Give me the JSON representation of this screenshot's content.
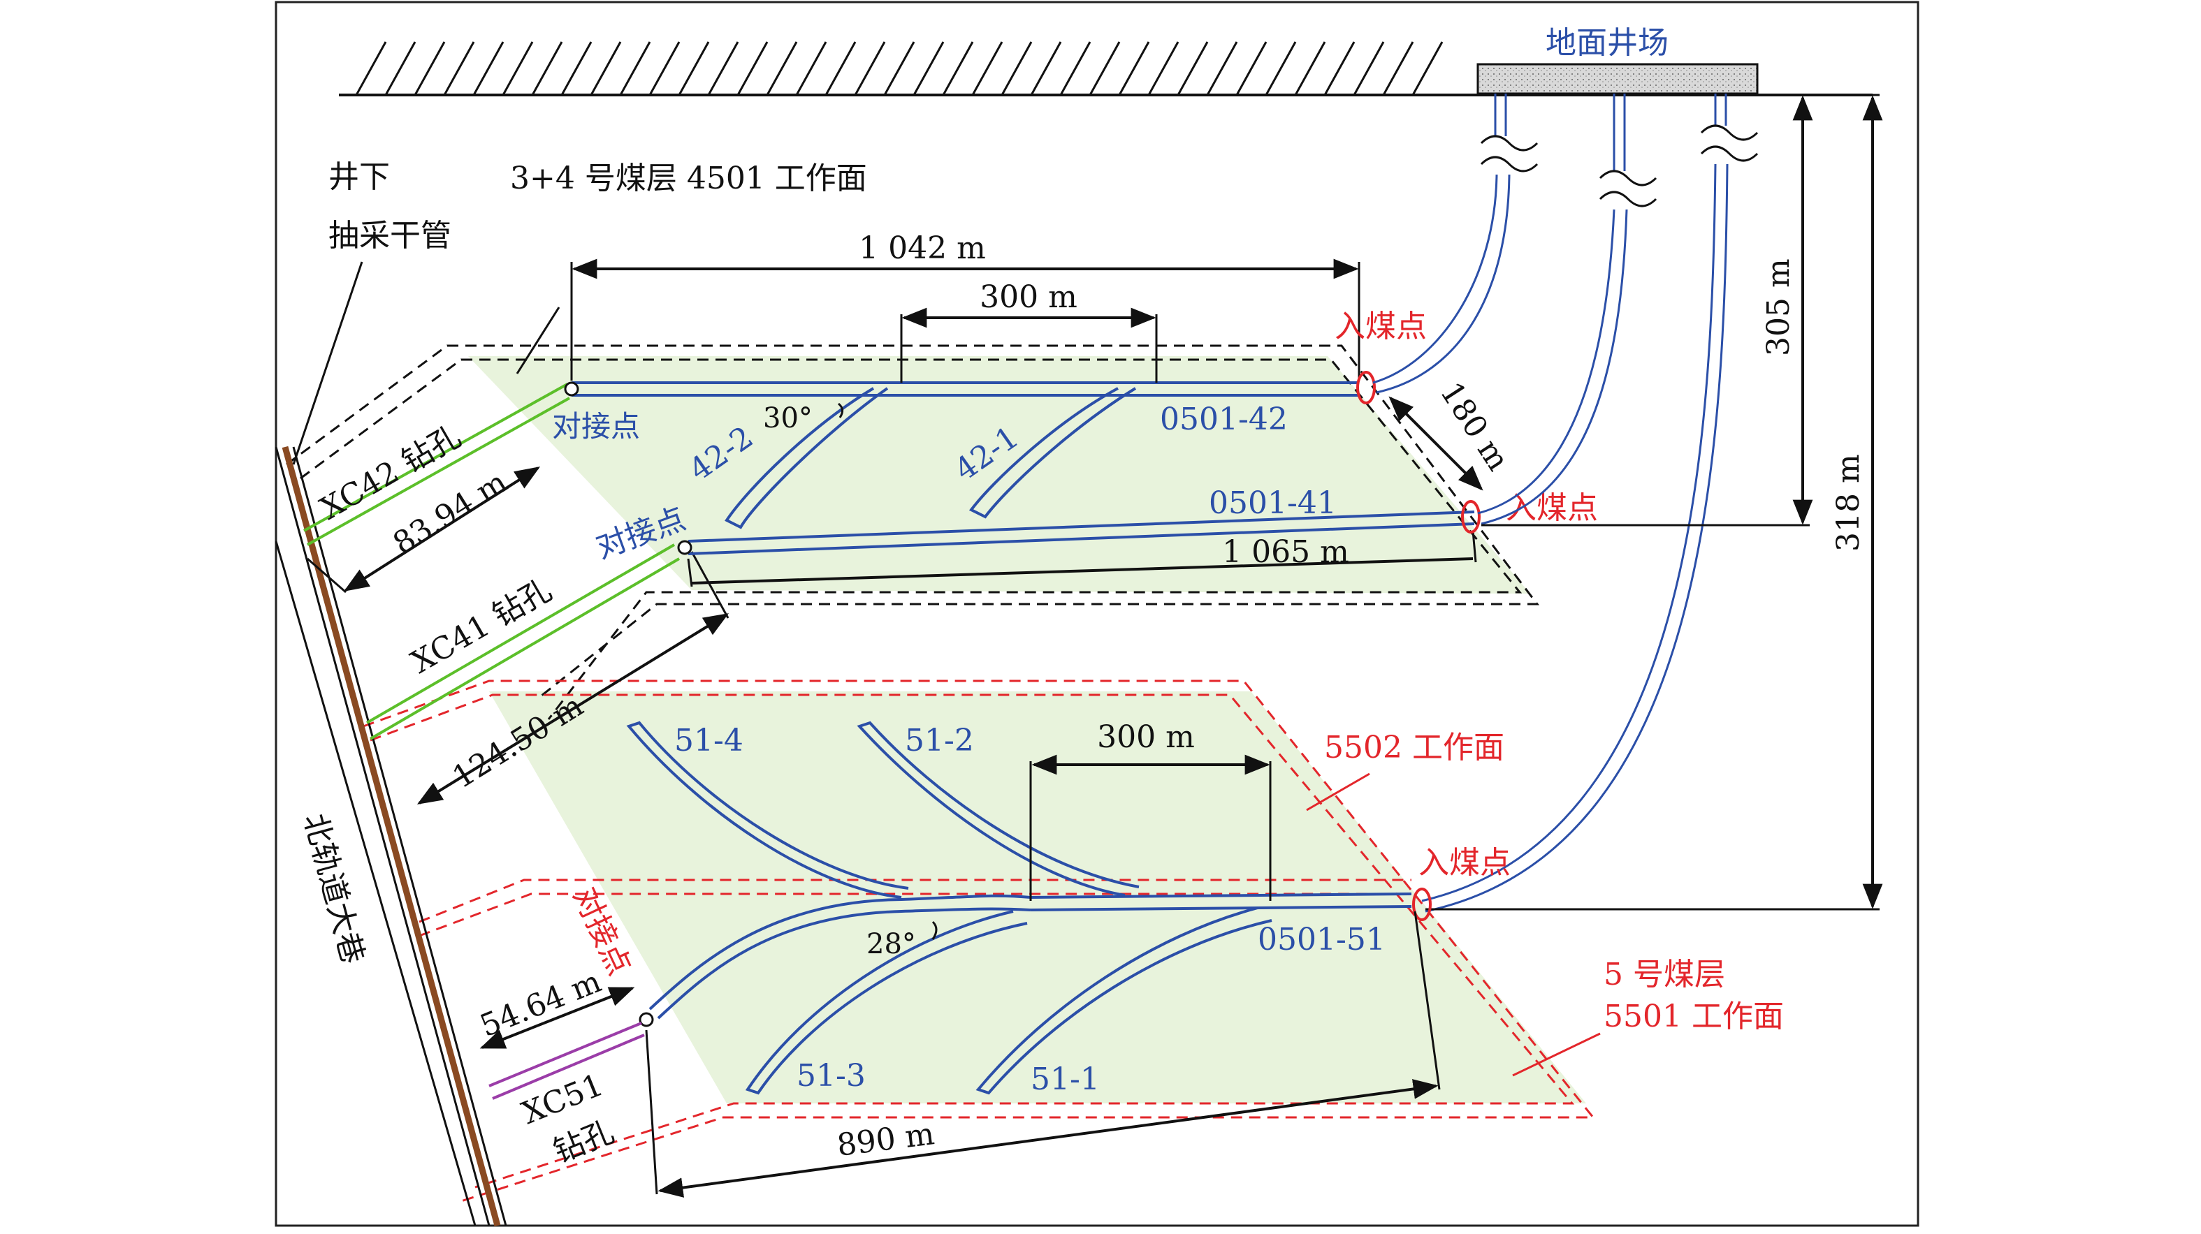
{
  "colors": {
    "frame": "#222222",
    "black": "#111111",
    "blue": "#2b4fa8",
    "red": "#e3262b",
    "green_line": "#5cbf2a",
    "purple_line": "#9b3da8",
    "fill_green": "#e8f3dc",
    "road": "#8a4a22"
  },
  "surface": {
    "well_site": "地面井场"
  },
  "upper_seam": {
    "title": "3+4 号煤层 4501 工作面",
    "underground_pipe_line1": "井下",
    "underground_pipe_line2": "抽采干管",
    "borehole_xc42": "XC42 钻孔",
    "borehole_xc41": "XC41 钻孔",
    "dist_xc42": "83.94 m",
    "dist_xc41": "124.50 m",
    "len_42": "1 042 m",
    "len_41": "1 065 m",
    "spacing_300": "300 m",
    "angle": "30°",
    "branch_42_2": "42-2",
    "branch_42_1": "42-1",
    "well_42": "0501-42",
    "well_41": "0501-41",
    "docking_1": "对接点",
    "docking_2": "对接点",
    "entry_1": "入煤点",
    "entry_2": "入煤点",
    "dist_180": "180 m"
  },
  "depths": {
    "d305": "305 m",
    "d318": "318 m"
  },
  "lower_seam": {
    "face_5502": "5502 工作面",
    "face_5501_line1": "5 号煤层",
    "face_5501_line2": "5501 工作面",
    "spacing_300": "300 m",
    "angle": "28°",
    "branch_51_4": "51-4",
    "branch_51_2": "51-2",
    "branch_51_3": "51-3",
    "branch_51_1": "51-1",
    "well_51": "0501-51",
    "docking": "对接点",
    "entry": "入煤点",
    "dist_5464": "54.64 m",
    "borehole_xc51_line1": "XC51",
    "borehole_xc51_line2": "钻孔",
    "len_890": "890 m"
  },
  "roadway": {
    "label": "北轨道大巷"
  }
}
